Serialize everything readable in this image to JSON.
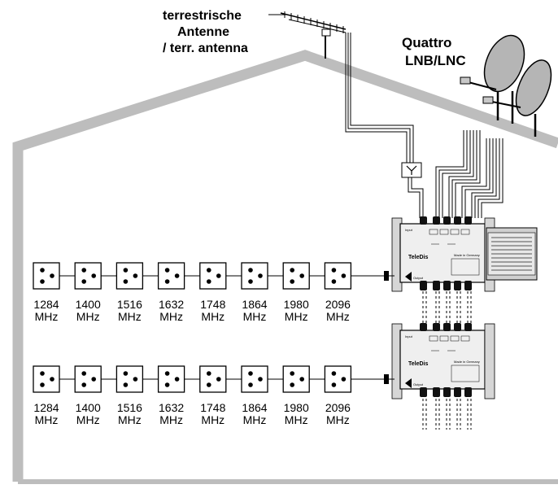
{
  "labels": {
    "antenna_line1": "terrestrische",
    "antenna_line2": "Antenne",
    "antenna_line3": "/ terr. antenna",
    "lnb_line1": "Quattro",
    "lnb_line2": "LNB/LNC"
  },
  "device": {
    "brand": "TeleDis",
    "made_in": "Made in Germany",
    "output_label": "Output",
    "input_label": "Input"
  },
  "rows": [
    {
      "frequencies": [
        {
          "value": "1284",
          "unit": "MHz"
        },
        {
          "value": "1400",
          "unit": "MHz"
        },
        {
          "value": "1516",
          "unit": "MHz"
        },
        {
          "value": "1632",
          "unit": "MHz"
        },
        {
          "value": "1748",
          "unit": "MHz"
        },
        {
          "value": "1864",
          "unit": "MHz"
        },
        {
          "value": "1980",
          "unit": "MHz"
        },
        {
          "value": "2096",
          "unit": "MHz"
        }
      ]
    },
    {
      "frequencies": [
        {
          "value": "1284",
          "unit": "MHz"
        },
        {
          "value": "1400",
          "unit": "MHz"
        },
        {
          "value": "1516",
          "unit": "MHz"
        },
        {
          "value": "1632",
          "unit": "MHz"
        },
        {
          "value": "1748",
          "unit": "MHz"
        },
        {
          "value": "1864",
          "unit": "MHz"
        },
        {
          "value": "1980",
          "unit": "MHz"
        },
        {
          "value": "2096",
          "unit": "MHz"
        }
      ]
    }
  ],
  "colors": {
    "house_outline": "#bdbdbd",
    "dish": "#b5b5b5",
    "device_body": "#efefef",
    "line": "#000000"
  }
}
